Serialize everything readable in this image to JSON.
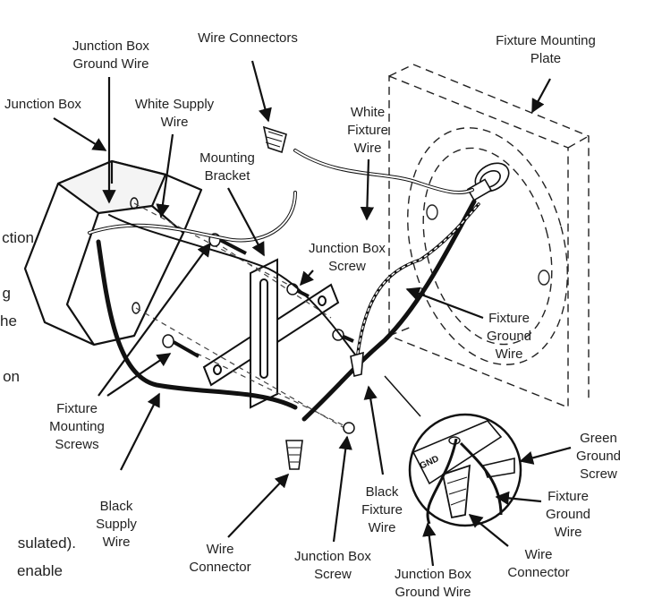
{
  "labels": {
    "junction_box": "Junction Box",
    "junction_box_ground_wire_top": "Junction Box\nGround Wire",
    "wire_connectors": "Wire Connectors",
    "white_supply_wire": "White Supply\nWire",
    "mounting_bracket": "Mounting\nBracket",
    "white_fixture_wire": "White\nFixture\nWire",
    "fixture_mounting_plate": "Fixture Mounting\nPlate",
    "junction_box_screw_top": "Junction Box\nScrew",
    "fixture_ground_wire_mid": "Fixture\nGround\nWire",
    "fixture_mounting_screws": "Fixture\nMounting\nScrews",
    "green_ground_screw": "Green\nGround\nScrew",
    "fixture_ground_wire_inset": "Fixture\nGround\nWire",
    "black_fixture_wire": "Black\nFixture\nWire",
    "black_supply_wire": "Black\nSupply\nWire",
    "wire_connector_bottom": "Wire\nConnector",
    "junction_box_screw_bottom": "Junction Box\nScrew",
    "wire_connector_inset": "Wire\nConnector",
    "junction_box_ground_wire_bottom": "Junction Box\nGround Wire",
    "gnd_marking": "GND"
  },
  "cutoff_text": {
    "line1": "ction",
    "line2": "g",
    "line3": "he",
    "line4": "on",
    "line5": "sulated).",
    "line6": "enable"
  }
}
